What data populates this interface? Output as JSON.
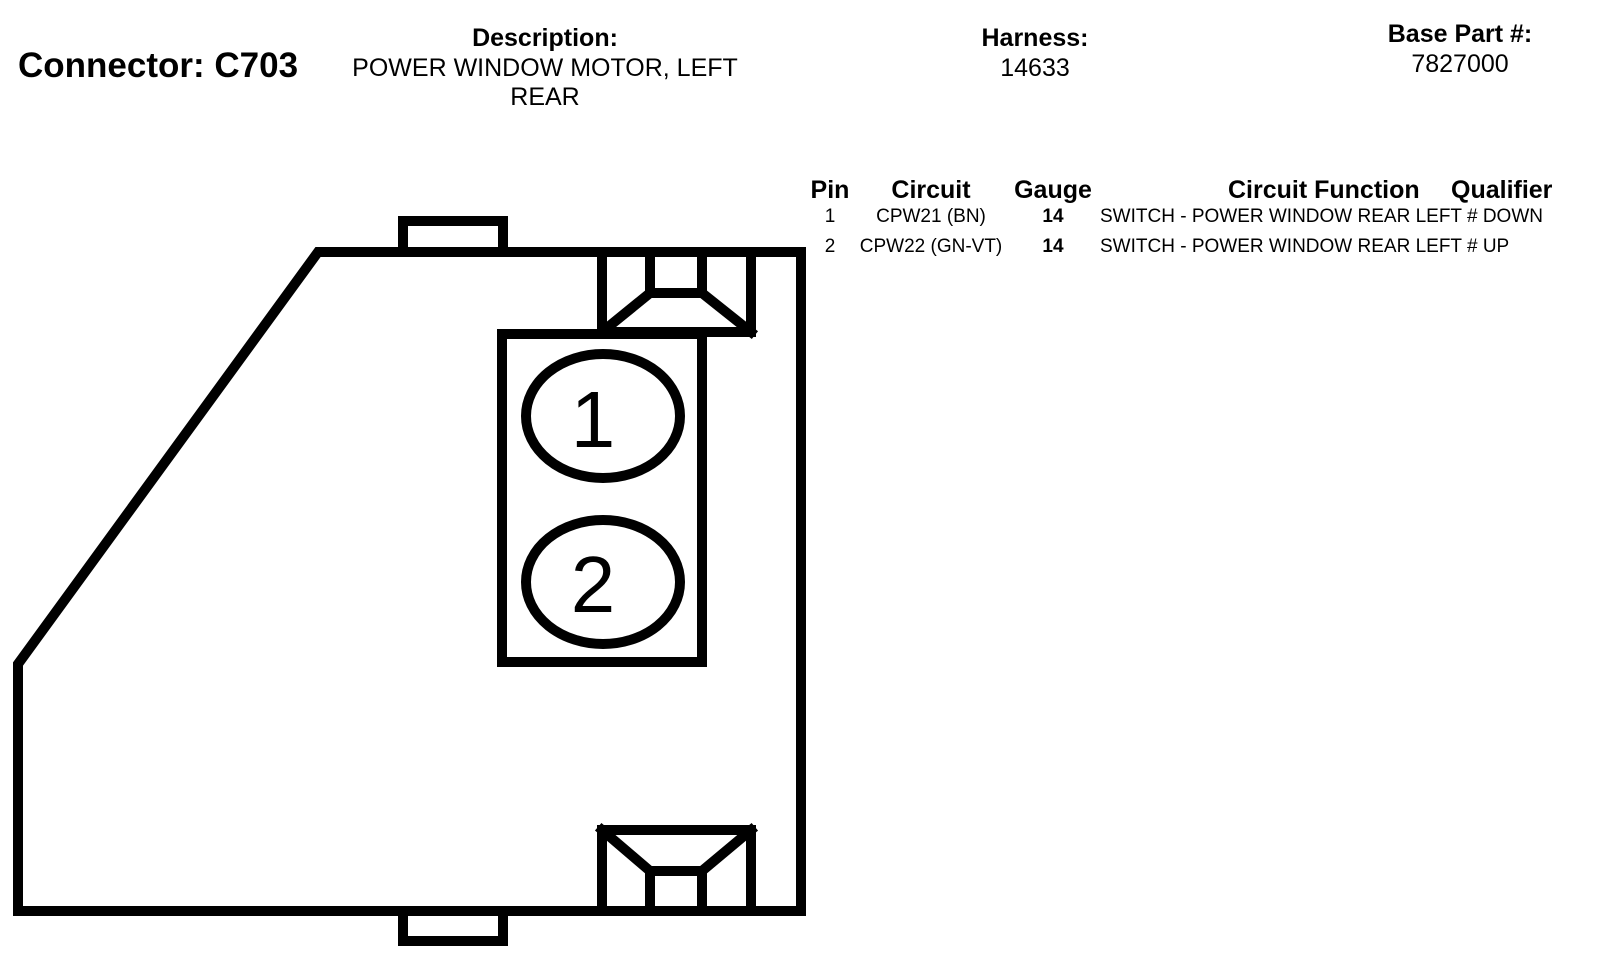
{
  "header": {
    "connector_title": "Connector: C703",
    "description_label": "Description:",
    "description_value": "POWER WINDOW MOTOR, LEFT REAR",
    "harness_label": "Harness:",
    "harness_value": "14633",
    "base_part_label": "Base Part #:",
    "base_part_value": "7827000"
  },
  "connector_diagram": {
    "pin_labels": [
      "1",
      "2"
    ]
  },
  "pin_table": {
    "columns": {
      "pin": "Pin",
      "circuit": "Circuit",
      "gauge": "Gauge",
      "function": "Circuit Function",
      "qualifier": "Qualifier"
    },
    "rows": [
      {
        "pin": "1",
        "circuit": "CPW21 (BN)",
        "gauge": "14",
        "function": "SWITCH - POWER WINDOW REAR LEFT # DOWN",
        "qualifier": ""
      },
      {
        "pin": "2",
        "circuit": "CPW22 (GN-VT)",
        "gauge": "14",
        "function": "SWITCH - POWER WINDOW REAR LEFT # UP",
        "qualifier": ""
      }
    ]
  }
}
